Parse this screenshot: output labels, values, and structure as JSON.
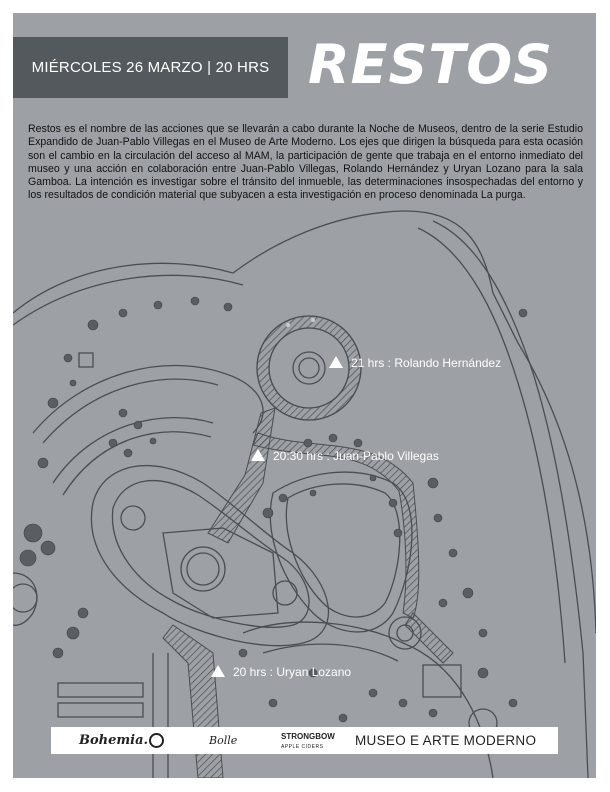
{
  "header": {
    "date_line": "MIÉRCOLES 26 MARZO  |  20 HRS",
    "title": "RESTOS"
  },
  "description": "Restos es el nombre de las acciones que se llevarán a cabo durante la Noche de Museos, dentro de la serie Estudio Expandido de Juan-Pablo Villegas en el Museo de Arte Moderno. Los ejes que dirigen la búsqueda para esta ocasión son el cambio en la circulación del acceso al MAM, la participación de gente que trabaja en el entorno inmediato del museo y una acción en colaboración entre Juan-Pablo Villegas, Rolando Hernández y Uryan Lozano para la sala Gamboa. La intención es investigar sobre el tránsito del inmueble, las determinaciones insospechadas del entorno y los resultados de condición material que subyacen a esta investigación en proceso denominada La purga.",
  "events": [
    {
      "label": "21 hrs : Rolando Hernández",
      "icon": "triangle-marker-icon"
    },
    {
      "label": "20:30 hrs : Juan-Pablo Villegas",
      "icon": "triangle-marker-icon"
    },
    {
      "label": "20 hrs : Uryan Lozano",
      "icon": "triangle-marker-icon"
    }
  ],
  "sponsors": {
    "bohemia": "Bohemia.",
    "script_brand": "Bolle",
    "strongbow": "STRONGBOW",
    "strongbow_sub": "APPLE CIDERS",
    "museum": "MUSEO E ARTE MODERNO"
  },
  "colors": {
    "background": "#9da1a5",
    "date_box": "#54595e",
    "map_lines": "#4a4e52",
    "text": "#111111",
    "white": "#ffffff"
  }
}
